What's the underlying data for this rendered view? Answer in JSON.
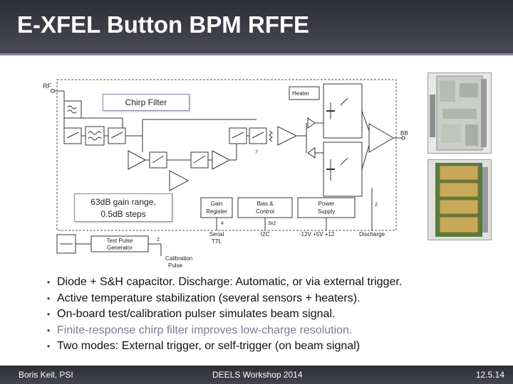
{
  "slide": {
    "title": "E-XFEL Button BPM RFFE",
    "bullets": [
      "Diode + S&H capacitor. Discharge: Automatic, or via external trigger.",
      "Active temperature stabilization (several sensors + heaters).",
      "On-board test/calibration pulser simulates beam signal.",
      "Finite-response chirp filter improves low-charge resolution.",
      "Two modes: External trigger, or self-trigger (on beam signal)"
    ],
    "footer": {
      "left": "Boris Keil, PSI",
      "center": "DEELS Workshop 2014",
      "right": "12.5.14"
    },
    "colors": {
      "title_bar": "#3a3a46",
      "footer_bar": "#3a3a46",
      "muted_bullet": "#7a7a9a"
    }
  },
  "diagram": {
    "rf_label": "RF",
    "callout_chirp": "Chirp Filter",
    "callout_gain_line1": "63dB gain range,",
    "callout_gain_line2": "0.5dB steps",
    "heater_label": "Heater",
    "bb_label": "BB",
    "gain_register_line1": "Gain",
    "gain_register_line2": "Register",
    "bias_control_line1": "Bias &",
    "bias_control_line2": "Control",
    "power_supply_line1": "Power",
    "power_supply_line2": "Supply",
    "test_pulse_line1": "Test Pulse",
    "test_pulse_line2": "Generator",
    "serial_ttl_line1": "Serial",
    "serial_ttl_line2": "TTL",
    "i2c_label": "I2C",
    "power_rails": "-12V  +5V  +12",
    "discharge_label": "Discharge",
    "calibration_line1": "Calibration",
    "calibration_line2": "Pulse",
    "bus_width_4": "4",
    "bus_width_3x2": "3x2",
    "bus_width_2a": "2",
    "bus_width_2b": "2",
    "bus_width_7": "7"
  }
}
